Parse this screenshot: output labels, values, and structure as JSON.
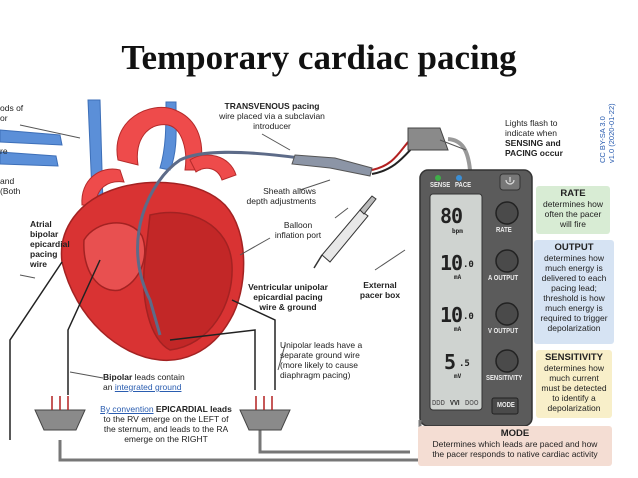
{
  "title": "Temporary cardiac pacing",
  "left_edge_labels": {
    "top": [
      "ods of",
      "or"
    ],
    "mid": "re",
    "lower": [
      "and",
      "(Both"
    ]
  },
  "labels": {
    "transvenous": [
      "TRANSVENOUS pacing",
      "wire placed via a subclavian",
      "introducer"
    ],
    "lights": [
      "Lights flash to",
      "indicate when",
      "SENSING and",
      "PACING occur"
    ],
    "sheath": [
      "Sheath allows",
      "depth adjustments"
    ],
    "balloon": [
      "Balloon",
      "inflation port"
    ],
    "atrial": [
      "Atrial",
      "bipolar",
      "epicardial",
      "pacing",
      "wire"
    ],
    "ventricular": [
      "Ventricular unipolar",
      "epicardial pacing",
      "wire & ground"
    ],
    "external": [
      "External",
      "pacer box"
    ],
    "unipolar": [
      "Unipolar leads have a",
      "separate ground wire",
      "(more likely to cause",
      "diaphragm pacing)"
    ],
    "bipolar": {
      "bold": "Bipolar",
      "text": " leads contain",
      "prefix": "an ",
      "link": "integrated ground"
    },
    "convention": {
      "link": "By convention",
      "bold": " EPICARDIAL leads",
      "line2": "to the RV emerge on the LEFT of",
      "line3": "the sternum, and leads to the RA",
      "line4": "emerge on the RIGHT"
    }
  },
  "license": [
    "CC BY-SA 3.0",
    "v1.0 (2020-01-22)"
  ],
  "device": {
    "sense_label": "SENSE",
    "pace_label": "PACE",
    "rate_value": "80",
    "rate_unit": "bpm",
    "rate_knob": "RATE",
    "a_output_value": "10",
    "a_output_decimal": ".0",
    "a_output_unit": "mA",
    "a_output_knob": "A OUTPUT",
    "v_output_value": "10",
    "v_output_decimal": ".0",
    "v_output_unit": "mA",
    "v_output_knob": "V OUTPUT",
    "sensitivity_value": "5",
    "sensitivity_decimal": ".5",
    "sensitivity_unit": "mV",
    "sensitivity_knob": "SENSITIVITY",
    "mode_values": [
      "DDD",
      "VVI",
      "DOO"
    ],
    "mode_button": "MODE",
    "colors": {
      "sense_led": "#3fae49",
      "pace_led": "#3b8fd6",
      "body": "#5b5b5b",
      "screen": "#cfd3d0"
    }
  },
  "info_boxes": {
    "rate": {
      "heading": "RATE",
      "lines": [
        "determines how",
        "often the pacer",
        "will fire"
      ]
    },
    "output": {
      "heading": "OUTPUT",
      "lines": [
        "determines how",
        "much energy is",
        "delivered to each",
        "pacing lead;",
        "threshold is how",
        "much energy is",
        "required to trigger",
        "depolarization"
      ]
    },
    "sensitivity": {
      "heading": "SENSITIVITY",
      "lines": [
        "determines how",
        "much current",
        "must be detected",
        "to identify a",
        "depolarization"
      ]
    },
    "mode": {
      "heading": "MODE",
      "lines": [
        "Determines which leads are paced and how",
        "the pacer responds to native cardiac activity"
      ]
    }
  }
}
